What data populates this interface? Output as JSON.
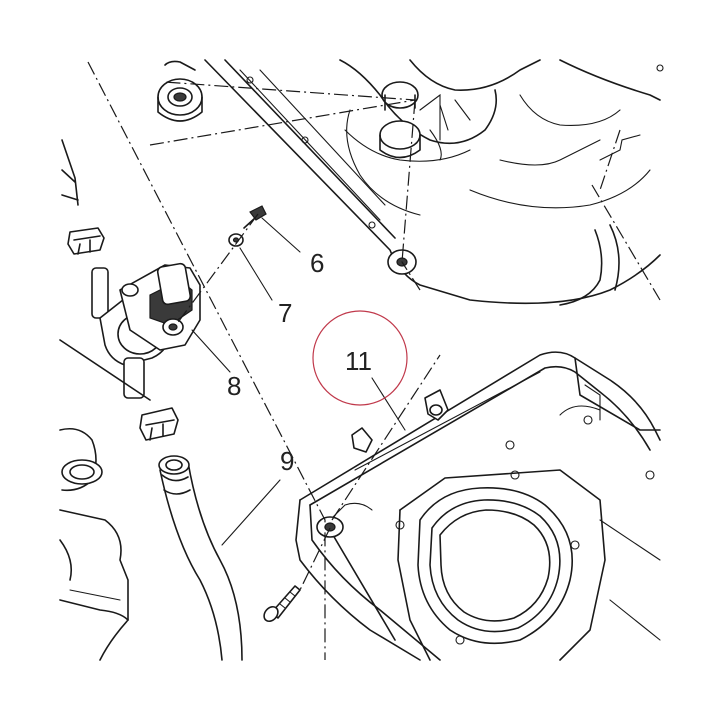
{
  "callouts": {
    "c6": "6",
    "c7": "7",
    "c8": "8",
    "c9": "9",
    "c11": "11"
  },
  "colors": {
    "line": "#1a1a1a",
    "highlight_circle": "#c0394b",
    "background": "#ffffff"
  }
}
